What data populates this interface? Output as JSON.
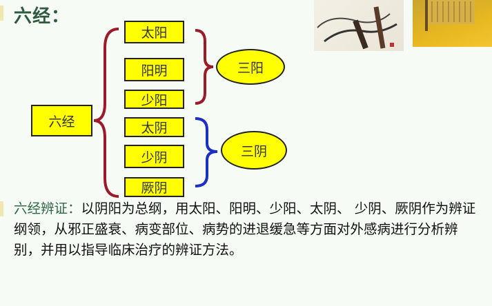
{
  "title": "六经：",
  "diagram": {
    "root": "六经",
    "channels": [
      "太阳",
      "阳明",
      "少阳",
      "太阴",
      "少阴",
      "厥阴"
    ],
    "groups": [
      {
        "label": "三阳",
        "members": [
          "太阳",
          "阳明",
          "少阳"
        ],
        "brace_color": "#9b1b2a"
      },
      {
        "label": "三阴",
        "members": [
          "太阴",
          "少阴",
          "厥阴"
        ],
        "brace_color": "#1c2fc0"
      }
    ],
    "main_brace_color": "#9b1b2a",
    "box_fill": "#ffff00"
  },
  "description": {
    "label": "六经辨证：",
    "text": "以阴阳为总纲，用太阳、阳明、少阳、太阴、 少阴、厥阴作为辨证纲领，从邪正盛衰、病变部位、病势的进退缓急等方面对外感病进行分析辨别，并用以指导临床治疗的辨证方法。"
  },
  "images": [
    "ink-painting-image",
    "ancient-book-image"
  ]
}
